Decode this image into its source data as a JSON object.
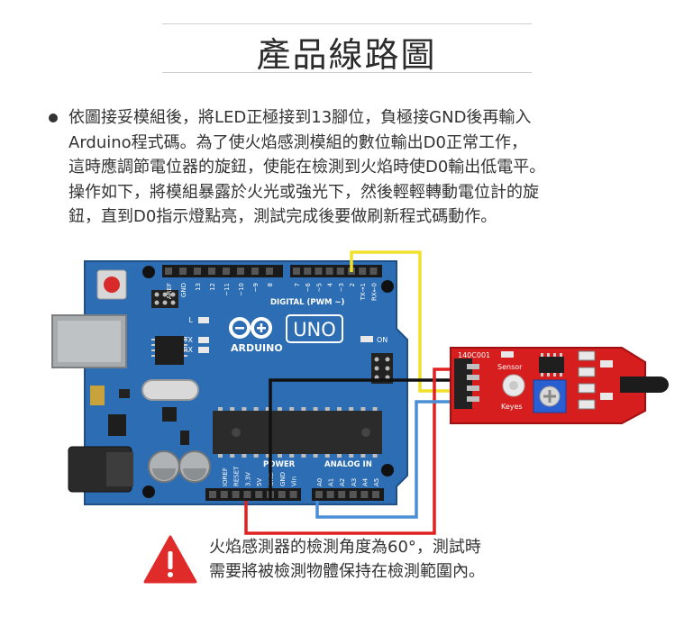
{
  "title": "產品線路圖",
  "instructions": [
    "依圖接妥模組後，將LED正極接到13腳位，負極接GND後再輸入",
    "Arduino程式碼。為了使火焰感測模組的數位輸出D0正常工作，",
    "這時應調節電位器的旋鈕，使能在檢測到火焰時使D0輸出低電平。",
    "操作如下，將模組暴露於火光或強光下，然後輕輕轉動電位計的旋",
    "鈕，直到D0指示燈點亮，測試完成後要做刷新程式碼動作。"
  ],
  "arduino": {
    "digital_header_label": "DIGITAL (PWM ~)",
    "brand_label": "ARDUINO",
    "model_label": "UNO",
    "on_label": "ON",
    "led_labels": [
      "L",
      "TX",
      "RX"
    ],
    "top_pin_labels": [
      "AREF",
      "GND",
      "13",
      "12",
      "~11",
      "~10",
      "~9",
      "8",
      "7",
      "~6",
      "~5",
      "4",
      "~3",
      "2",
      "TX→1",
      "RX←0"
    ],
    "power_label": "POWER",
    "analog_label": "ANALOG IN",
    "power_pin_labels": [
      "IOREF",
      "RESET",
      "3.3V",
      "5V",
      "GND",
      "GND",
      "Vin"
    ],
    "analog_pin_labels": [
      "A0",
      "A1",
      "A2",
      "A3",
      "A4",
      "A5"
    ],
    "board_color": "#2d6db3"
  },
  "sensor": {
    "part_number": "140C001",
    "sensor_label": "Sensor",
    "keyes_label": "Keyes",
    "board_color": "#d61e1e"
  },
  "wire_colors": {
    "yellow": "#f2e12b",
    "black": "#111111",
    "red": "#e12020",
    "blue": "#4a8fd6"
  },
  "warning": {
    "icon_color": "#e02b2b",
    "lines": [
      "火焰感測器的檢測角度為60°，測試時",
      "需要將被檢測物體保持在檢測範圍內。"
    ]
  }
}
